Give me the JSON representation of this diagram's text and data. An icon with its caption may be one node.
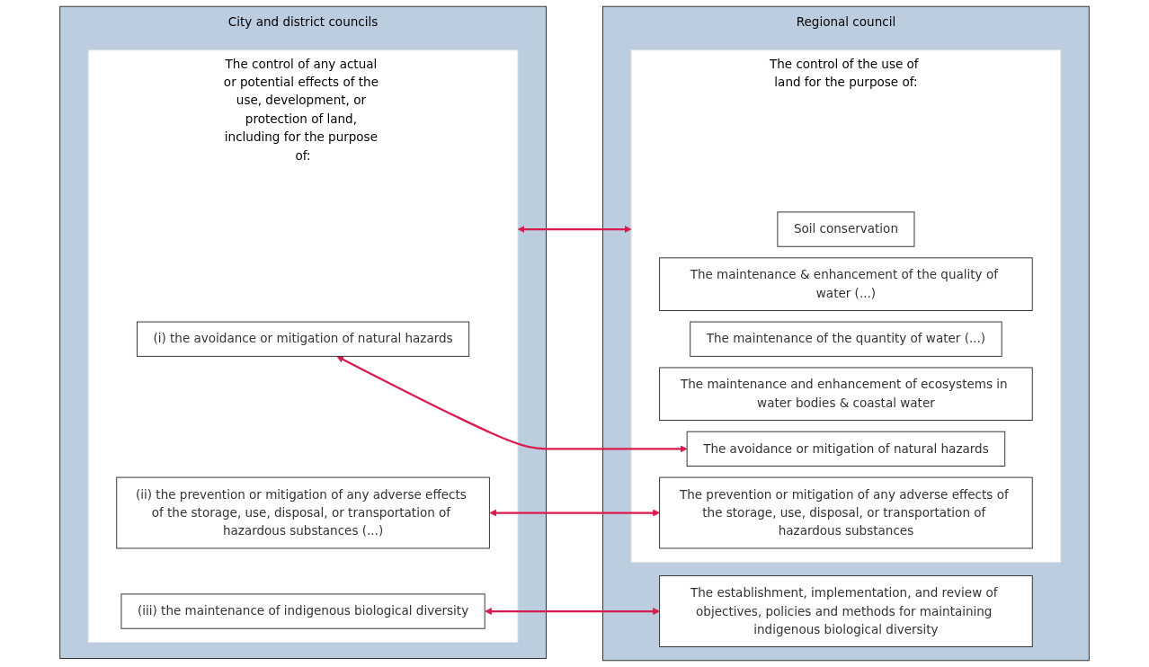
{
  "diagram": {
    "nodes": [
      {
        "text": [
          "City and district councils"
        ]
      },
      {
        "text": [
          "The control of any actual or potential effects of the use, development, or protection of land, including for the purpose of:"
        ],
        "in": 0
      },
      {
        "text": [
          "(i) the avoidance or mitigation of natural hazards"
        ],
        "in": 1
      },
      {
        "text": [
          "(ii) the prevention or mitigation of any adverse effects of the storage, use, disposal, or transportation of hazardous substances (...)"
        ],
        "in": 1
      },
      {
        "text": [
          "(iii) the maintenance of indigenous biological diversity"
        ],
        "in": 1
      },
      {
        "text": [
          "Regional council"
        ]
      },
      {
        "text": [
          "The control of the use of land for the purpose of:"
        ],
        "in": 5
      },
      {
        "text": [
          "Soil conservation"
        ],
        "in": 6
      },
      {
        "text": [
          "The maintenance & enhancement of the quality of water (...)"
        ],
        "in": 6
      },
      {
        "text": [
          "The maintenance of the quantity of water (...)"
        ],
        "in": 6
      },
      {
        "text": [
          "The maintenance and enhancement of ecosystems in water bodies & coastal water"
        ],
        "in": 6
      },
      {
        "text": [
          "The avoidance or mitigation of natural hazards"
        ],
        "in": 6
      },
      {
        "text": [
          "The prevention or mitigation of any adverse effects of the storage, use, disposal, or transportation of hazardous substances"
        ],
        "in": 6
      },
      {
        "text": [
          "The establishment, implementation, and review of objectives, policies and methods for maintaining indigenous biological diversity"
        ],
        "in": 5
      }
    ],
    "edges": [
      {
        "from": 1,
        "to": 6,
        "arrow": "both"
      },
      {
        "from": 2,
        "to": 11,
        "arrow": "both"
      },
      {
        "from": 3,
        "to": 12,
        "arrow": "both"
      },
      {
        "from": 4,
        "to": 13,
        "arrow": "both"
      }
    ]
  }
}
